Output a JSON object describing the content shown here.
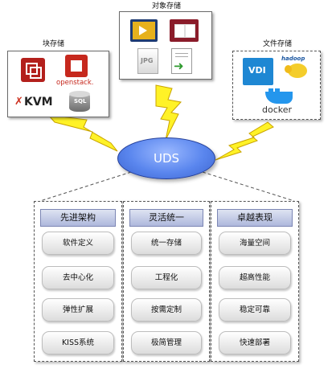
{
  "storage": {
    "block": {
      "caption": "块存储",
      "logos": [
        {
          "name": "vmware-icon"
        },
        {
          "name": "openstack-logo",
          "text": "openstack."
        },
        {
          "name": "kvm-logo",
          "text": "KVM"
        },
        {
          "name": "sql-database-icon",
          "text": "SQL"
        }
      ]
    },
    "object": {
      "caption": "对象存储",
      "icons": [
        {
          "name": "video-file-icon"
        },
        {
          "name": "book-icon"
        },
        {
          "name": "jpg-file-icon",
          "text": "JPG"
        },
        {
          "name": "document-arrow-icon"
        }
      ]
    },
    "file": {
      "caption": "文件存储",
      "logos": [
        {
          "name": "vdi-logo",
          "text": "VDI"
        },
        {
          "name": "hadoop-logo",
          "text": "hadoop"
        },
        {
          "name": "docker-logo",
          "text": "docker"
        }
      ]
    }
  },
  "center": {
    "label": "UDS"
  },
  "columns": [
    {
      "title": "先进架构",
      "items": [
        "软件定义",
        "去中心化",
        "弹性扩展",
        "KISS系统"
      ]
    },
    {
      "title": "灵活统一",
      "items": [
        "统一存储",
        "工程化",
        "按需定制",
        "极简管理"
      ]
    },
    {
      "title": "卓越表现",
      "items": [
        "海量空间",
        "超高性能",
        "稳定可靠",
        "快速部署"
      ]
    }
  ],
  "colors": {
    "bolt_fill": "#fff227",
    "bolt_stroke": "#c9a400",
    "uds_blue": "#4a74e0",
    "column_header": "#b9c2e2"
  }
}
